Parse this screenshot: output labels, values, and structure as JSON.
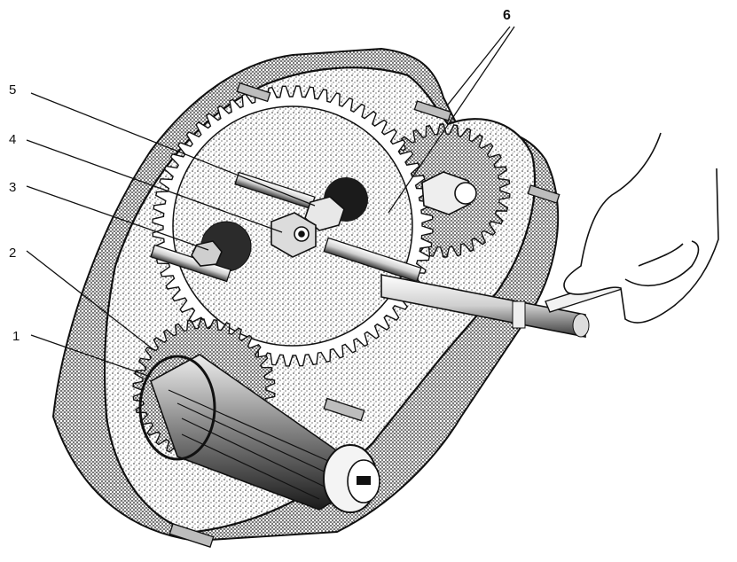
{
  "figure": {
    "callouts": [
      {
        "id": "1",
        "text": "1"
      },
      {
        "id": "2",
        "text": "2"
      },
      {
        "id": "3",
        "text": "3"
      },
      {
        "id": "4",
        "text": "4"
      },
      {
        "id": "5",
        "text": "5"
      },
      {
        "id": "6",
        "text": "6"
      }
    ],
    "colors": {
      "ink": "#111111",
      "paper": "#ffffff",
      "stipple": "#2a2a2a"
    },
    "parts": [
      "gearbox-housing",
      "large-gear",
      "upper-right-gear",
      "spindle-pinion",
      "tapered-spindle",
      "wrench",
      "hand",
      "studs",
      "nuts"
    ]
  }
}
